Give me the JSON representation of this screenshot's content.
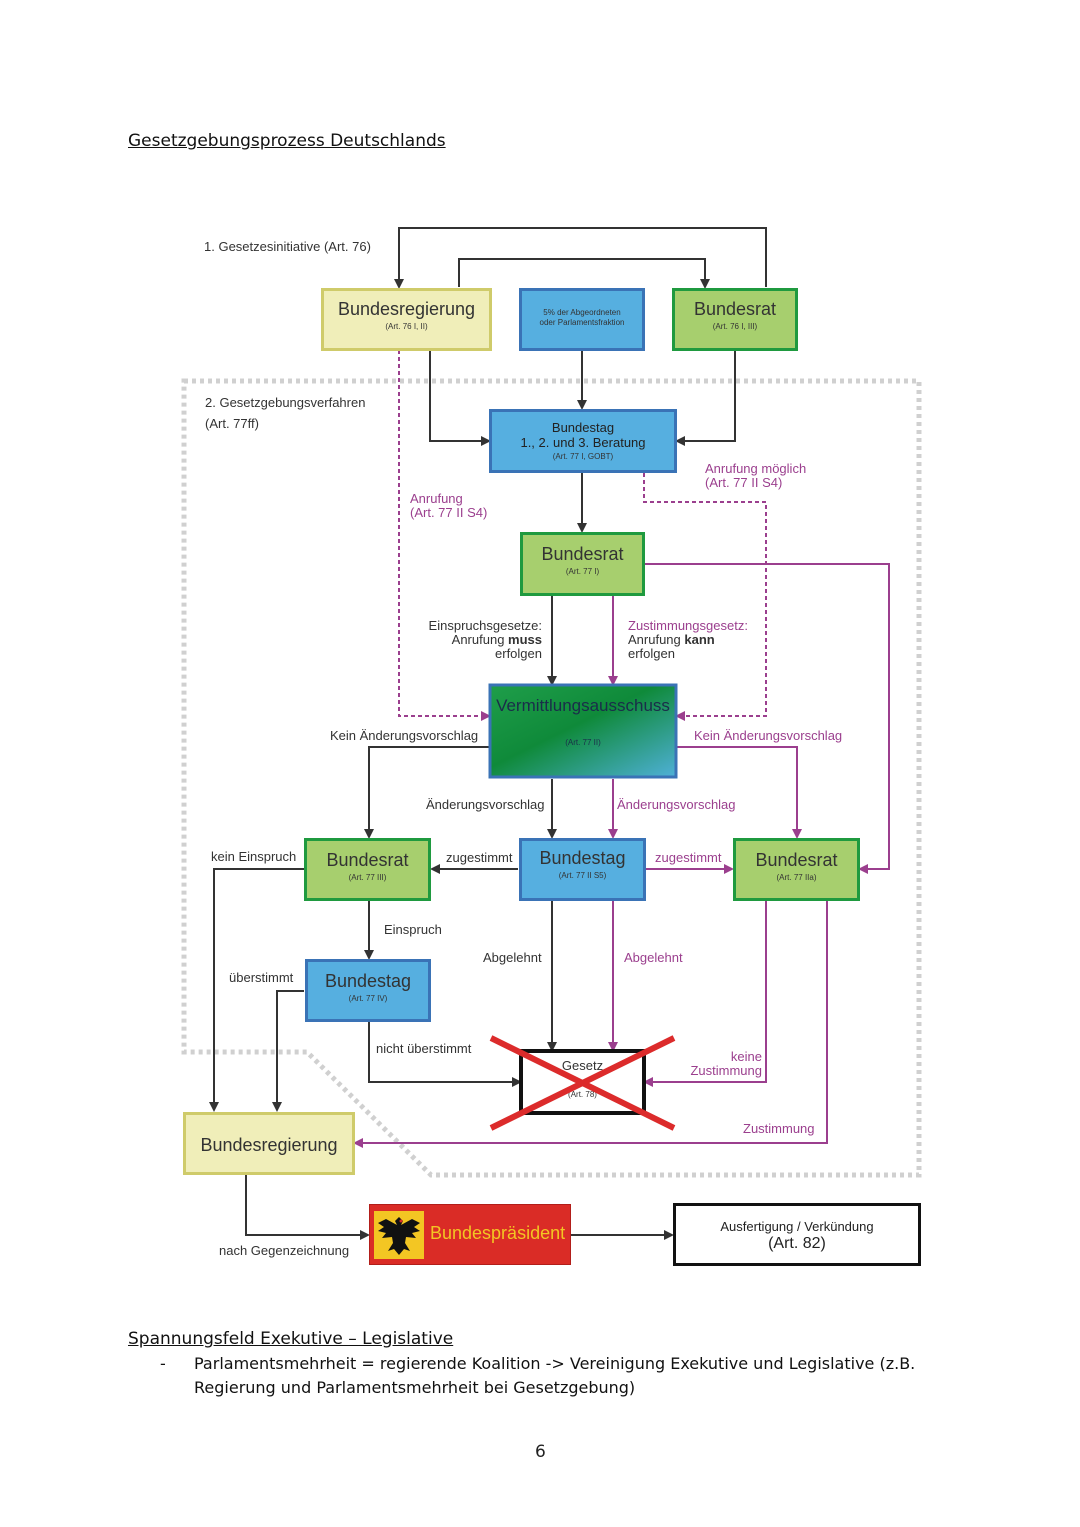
{
  "page": {
    "title": "Gesetzgebungsprozess Deutschlands",
    "page_number": "6"
  },
  "section": {
    "title": "Spannungsfeld Exekutive – Legislative",
    "bullets": [
      {
        "marker": "-",
        "line1": "Parlamentsmehrheit = regierende Koalition -> Vereinigung Exekutive und Legislative (z.B.",
        "line2": "Regierung und Parlamentsmehrheit bei Gesetzgebung)"
      }
    ]
  },
  "diagram": {
    "stage1": "1. Gesetzesinitiative (Art. 76)",
    "stage2_line1": "2. Gesetzgebungsverfahren",
    "stage2_line2": "(Art. 77ff)",
    "nodes": {
      "bundesregierung_top": {
        "title": "Bundesregierung",
        "sub": "(Art. 76 I, II)"
      },
      "abgeordnete": {
        "line1": "5% der Abgeordneten",
        "line2": "oder Parlamentsfraktion"
      },
      "bundesrat_top": {
        "title": "Bundesrat",
        "sub": "(Art. 76 I, III)"
      },
      "bundestag_beratung": {
        "line1": "Bundestag",
        "line2": "1., 2. und 3. Beratung",
        "sub": "(Art. 77 I, GOBT)"
      },
      "bundesrat_77i": {
        "title": "Bundesrat",
        "sub": "(Art. 77 I)"
      },
      "vermittlungsausschuss": {
        "title": "Vermittlungsausschuss",
        "sub": "(Art. 77 II)"
      },
      "bundesrat_77iii": {
        "title": "Bundesrat",
        "sub": "(Art. 77 III)"
      },
      "bundestag_77ii": {
        "title": "Bundestag",
        "sub": "(Art. 77 II S5)"
      },
      "bundesrat_77iia": {
        "title": "Bundesrat",
        "sub": "(Art. 77 IIa)"
      },
      "bundestag_77iv": {
        "title": "Bundestag",
        "sub": "(Art. 77 IV)"
      },
      "gesetz": {
        "title": "Gesetz",
        "sub": "(Art. 78)"
      },
      "bundesregierung_bottom": {
        "title": "Bundesregierung"
      },
      "bundespraesident": {
        "title": "Bundespräsident"
      },
      "ausfertigung": {
        "title": "Ausfertigung / Verkündung",
        "sub": "(Art. 82)"
      }
    },
    "labels": {
      "anrufung_moeglich_1": "Anrufung möglich",
      "anrufung_moeglich_2": "(Art. 77 II S4)",
      "anrufung_1": "Anrufung",
      "anrufung_2": "(Art. 77 II S4)",
      "einspruch_1": "Einspruchsgesetze:",
      "einspruch_2a": "Anrufung ",
      "einspruch_2b": "muss",
      "einspruch_3": "erfolgen",
      "zustimmung_1": "Zustimmungsgesetz:",
      "zustimmung_2a": "Anrufung ",
      "zustimmung_2b": "kann",
      "zustimmung_3": "erfolgen",
      "kein_aenderung_left": "Kein Änderungsvorschlag",
      "kein_aenderung_right": "Kein Änderungsvorschlag",
      "aenderung_left": "Änderungsvorschlag",
      "aenderung_right": "Änderungsvorschlag",
      "kein_einspruch": "kein Einspruch",
      "zugestimmt_left": "zugestimmt",
      "zugestimmt_right": "zugestimmt",
      "einspruch": "Einspruch",
      "ueberstimmt": "überstimmt",
      "abgelehnt_left": "Abgelehnt",
      "abgelehnt_right": "Abgelehnt",
      "nicht_ueberstimmt": "nicht überstimmt",
      "keine_zustimmung_1": "keine",
      "keine_zustimmung_2": "Zustimmung",
      "zustimmung": "Zustimmung",
      "nach_gegenzeichnung": "nach Gegenzeichnung"
    },
    "colors": {
      "pink": "#9b3f8e",
      "dark": "#333333",
      "green_border": "#1f9a3f",
      "yellow_border": "#cfcb6a",
      "blue_border": "#3a73b6",
      "cross": "#dc2b2b",
      "dotted_frame": "#d0d0d0"
    }
  }
}
